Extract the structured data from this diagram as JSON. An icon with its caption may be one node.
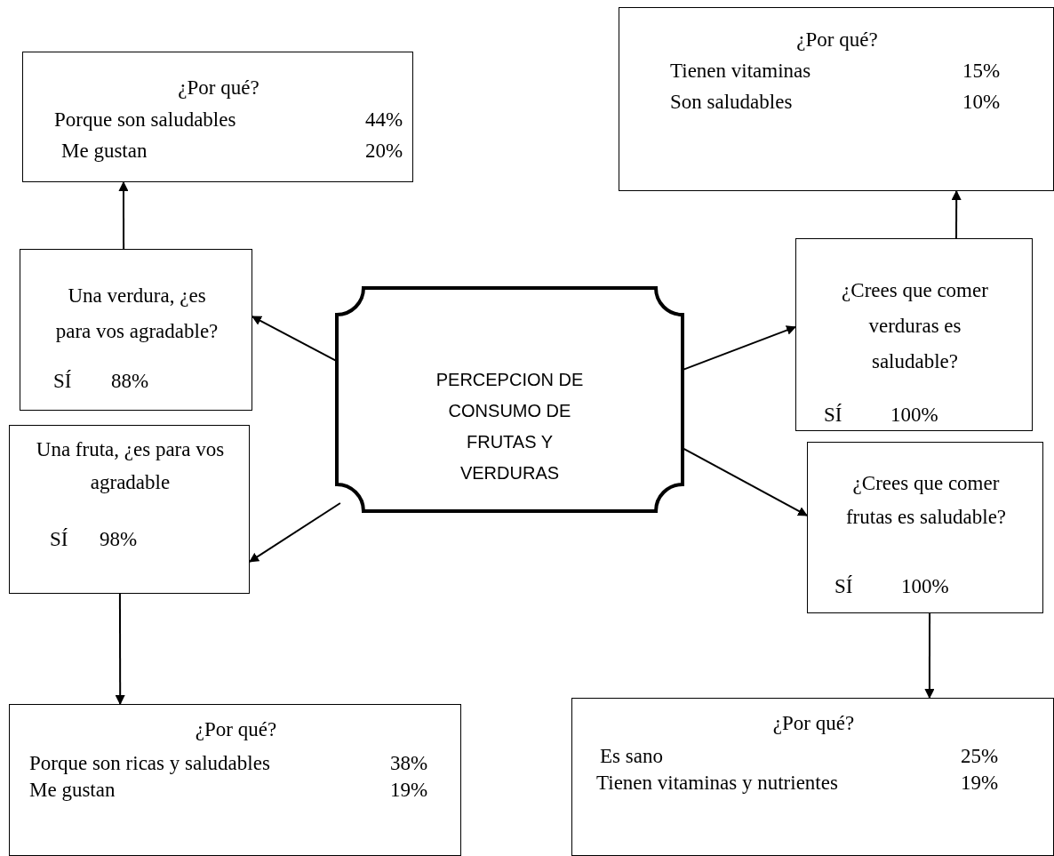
{
  "diagram": {
    "nodes": [
      {
        "text": [
          "PERCEPCION DE CONSUMO DE FRUTAS Y VERDURAS"
        ]
      },
      {
        "text": [
          "Una verdura, ¿es para vos agradable?",
          "SÍ",
          "88%"
        ]
      },
      {
        "text": [
          "¿Por qué?",
          "Porque son saludables",
          "44%",
          "Me gustan",
          "20%"
        ]
      },
      {
        "text": [
          "Una fruta, ¿es para vos agradable",
          "SÍ",
          "98%"
        ]
      },
      {
        "text": [
          "¿Por qué?",
          "Porque son ricas y saludables",
          "38%",
          "Me gustan",
          "19%"
        ]
      },
      {
        "text": [
          "¿Crees que comer verduras es saludable?",
          "SÍ",
          "100%"
        ]
      },
      {
        "text": [
          "¿Por qué?",
          "Tienen vitaminas",
          "15%",
          "Son saludables",
          "10%"
        ]
      },
      {
        "text": [
          "¿Crees que comer frutas es saludable?",
          "SÍ",
          "100%"
        ]
      },
      {
        "text": [
          "¿Por qué?",
          "Es sano",
          "25%",
          "Tienen vitaminas y nutrientes",
          "19%"
        ]
      }
    ],
    "edges": [
      {
        "from": 0,
        "to": 1,
        "arrow": "to"
      },
      {
        "from": 1,
        "to": 2,
        "arrow": "to"
      },
      {
        "from": 0,
        "to": 3,
        "arrow": "to"
      },
      {
        "from": 3,
        "to": 4,
        "arrow": "to"
      },
      {
        "from": 0,
        "to": 5,
        "arrow": "to"
      },
      {
        "from": 5,
        "to": 6,
        "arrow": "to"
      },
      {
        "from": 0,
        "to": 7,
        "arrow": "to"
      },
      {
        "from": 7,
        "to": 8,
        "arrow": "to"
      }
    ]
  }
}
